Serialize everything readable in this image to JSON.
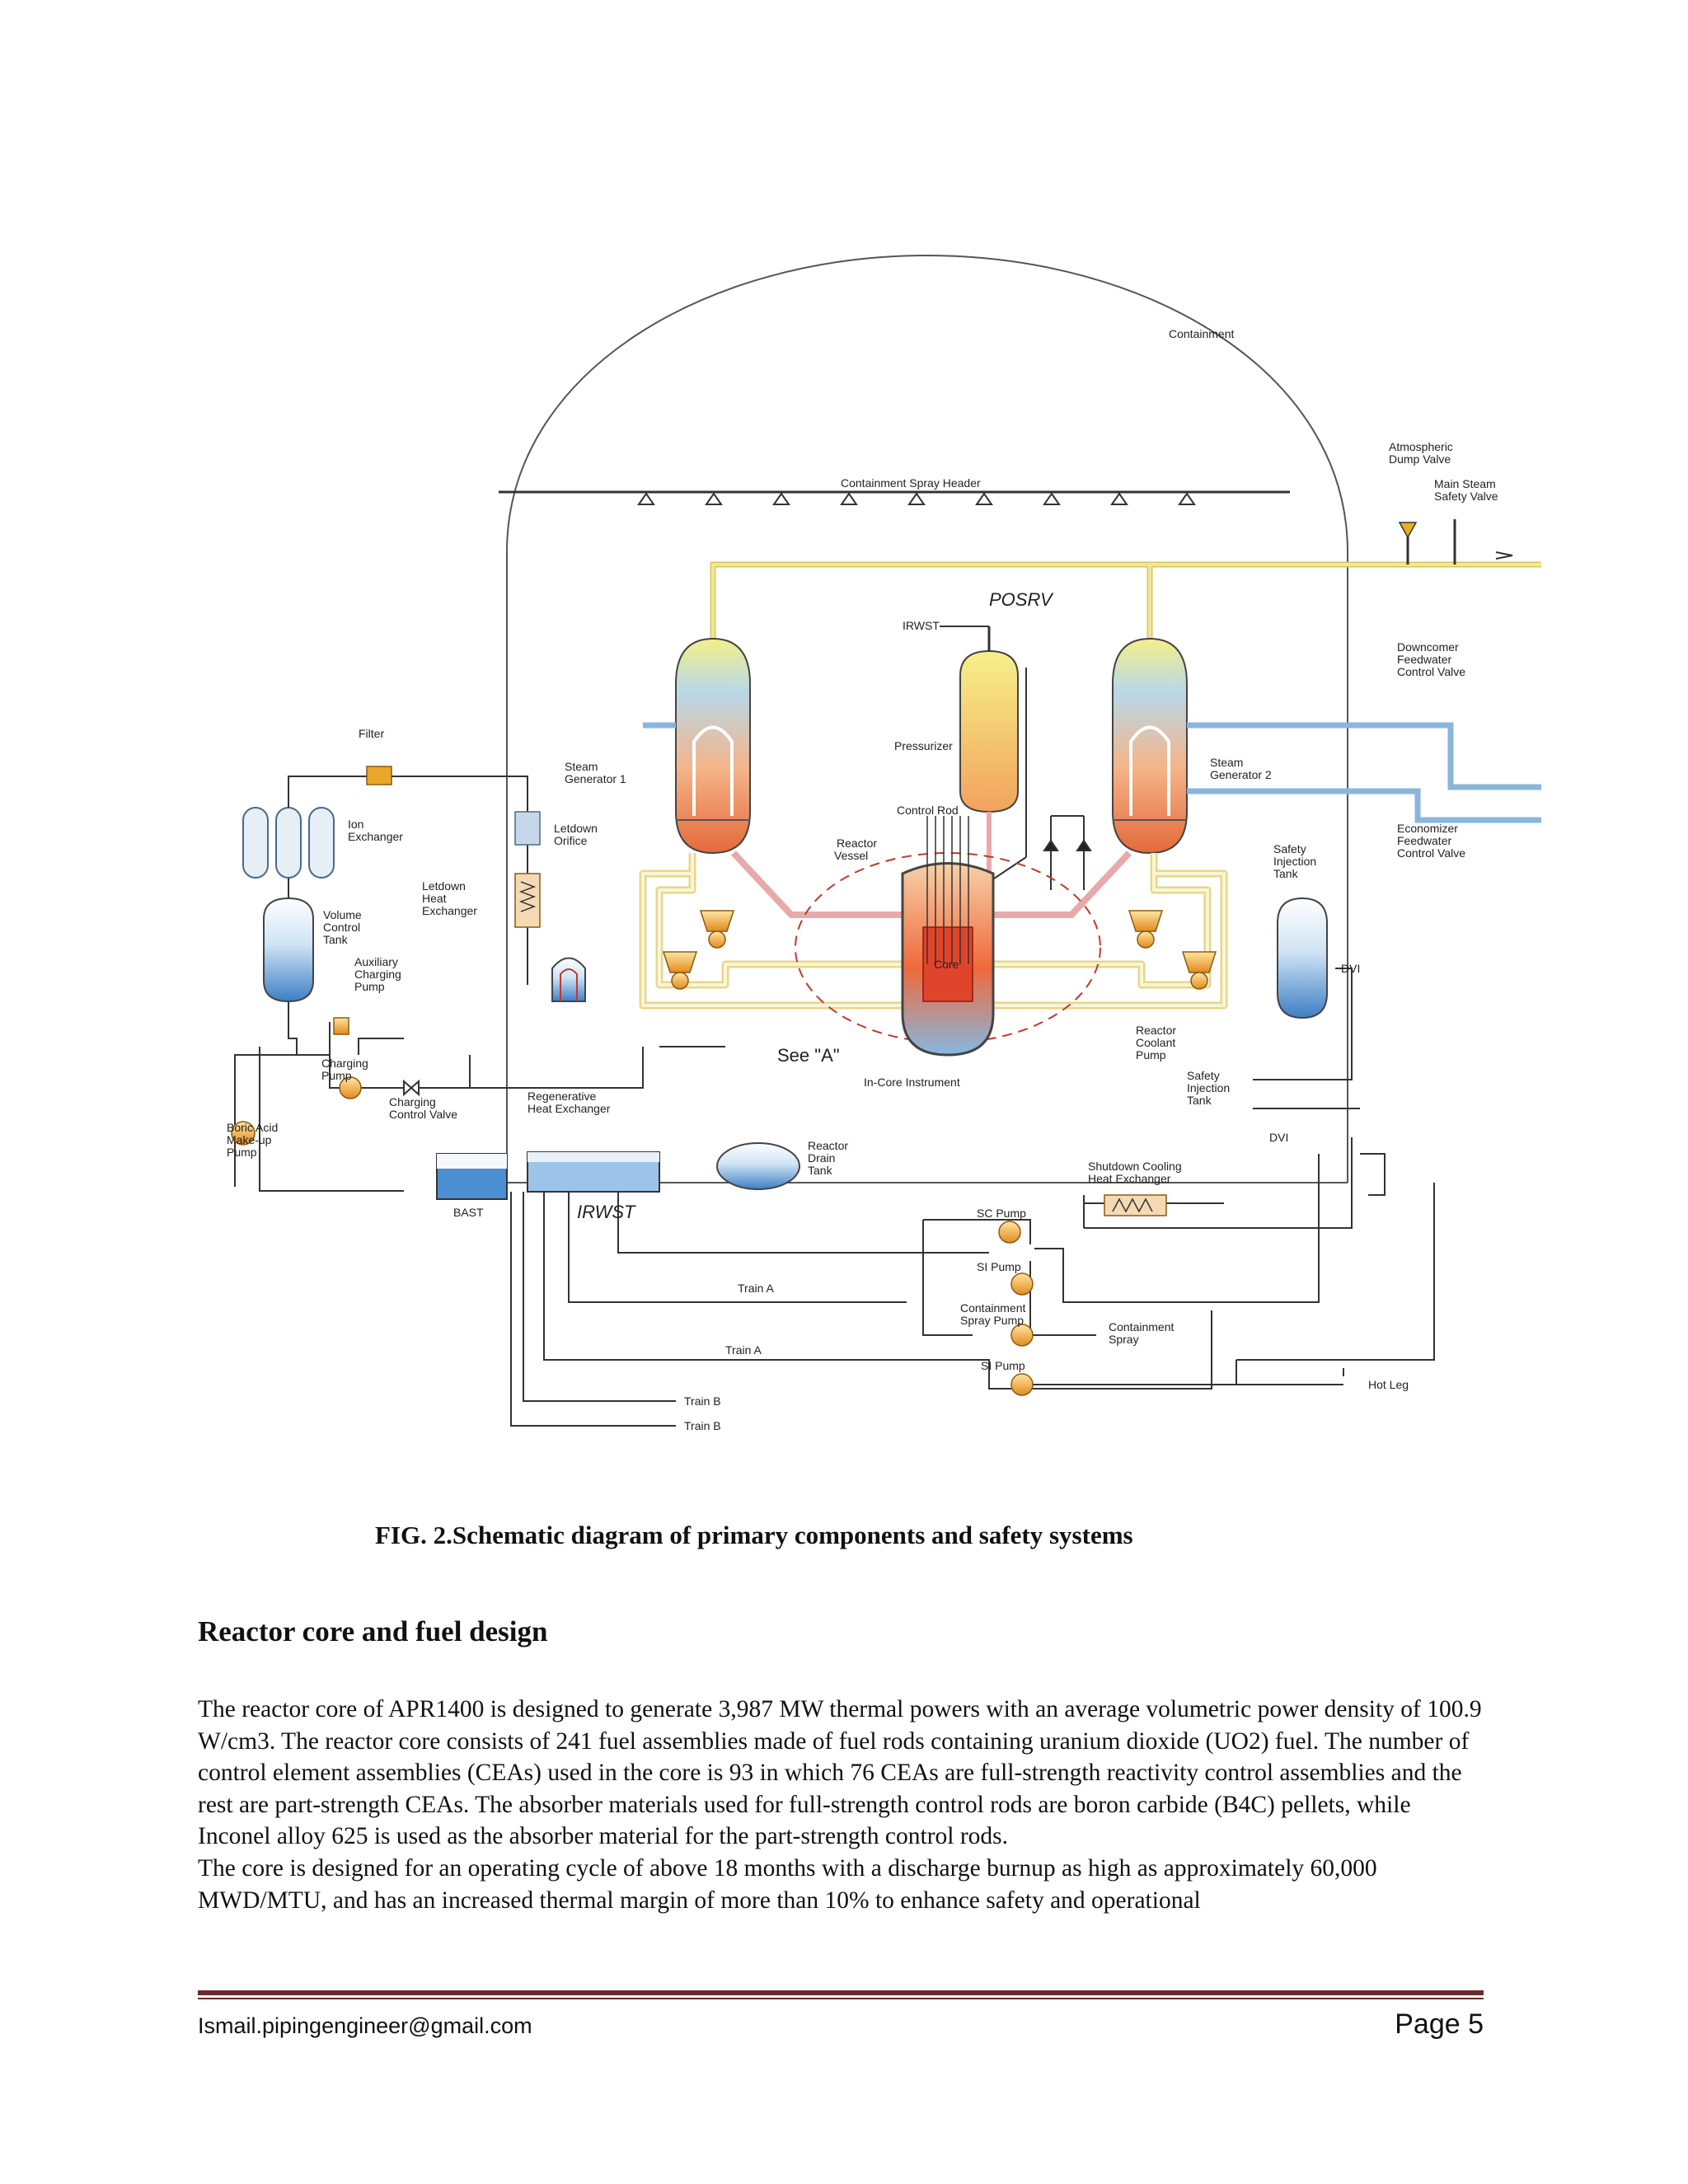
{
  "figure": {
    "labels": {
      "containment": "Containment",
      "spray_header": "Containment Spray Header",
      "atm_dump_valve": [
        "Atmospheric",
        "Dump Valve"
      ],
      "main_steam_safety": [
        "Main Steam",
        "Safety Valve"
      ],
      "posrv": "POSRV",
      "irwst_posrv": "IRWST",
      "downcomer_fw": [
        "Downcomer",
        "Feedwater",
        "Control Valve"
      ],
      "filter": "Filter",
      "ion_exchanger": [
        "Ion",
        "Exchanger"
      ],
      "sg1": [
        "Steam",
        "Generator 1"
      ],
      "sg2": [
        "Steam",
        "Generator 2"
      ],
      "pressurizer": "Pressurizer",
      "control_rod": "Control Rod",
      "reactor_vessel": [
        "Reactor",
        "Vessel"
      ],
      "letdown_orifice": [
        "Letdown",
        "Orifice"
      ],
      "letdown_hx": [
        "Letdown",
        "Heat",
        "Exchanger"
      ],
      "economizer_fw": [
        "Economizer",
        "Feedwater",
        "Control Valve"
      ],
      "safety_injection_tank_top": [
        "Safety",
        "Injection",
        "Tank"
      ],
      "vct": [
        "Volume",
        "Control",
        "Tank"
      ],
      "aux_charging": [
        "Auxiliary",
        "Charging",
        "Pump"
      ],
      "core": "Core",
      "dvi1": "DVI",
      "charging_pump": [
        "Charging",
        "Pump"
      ],
      "charging_cv": [
        "Charging",
        "Control Valve"
      ],
      "regen_hx": [
        "Regenerative",
        "Heat Exchanger"
      ],
      "see_a": "See \"A\"",
      "in_core": "In-Core Instrument",
      "rcp": [
        "Reactor",
        "Coolant",
        "Pump"
      ],
      "safety_injection_tank_mid": [
        "Safety",
        "Injection",
        "Tank"
      ],
      "boric_acid": [
        "Boric Acid",
        "Make-up",
        "Pump"
      ],
      "reactor_drain": [
        "Reactor",
        "Drain",
        "Tank"
      ],
      "dvi2": "DVI",
      "shutdown_hx": [
        "Shutdown Cooling",
        "Heat Exchanger"
      ],
      "bast": "BAST",
      "irwst": "IRWST",
      "sc_pump": "SC Pump",
      "train_a1": "Train A",
      "si_pump1": "SI Pump",
      "cs_pump": [
        "Containment",
        "Spray Pump"
      ],
      "containment_spray": [
        "Containment",
        "Spray"
      ],
      "train_a2": "Train A",
      "si_pump2": "SI Pump",
      "train_b1": "Train B",
      "train_b2": "Train B",
      "hot_leg": "Hot Leg"
    }
  },
  "caption": "FIG. 2.Schematic diagram of primary components and safety systems",
  "section_heading": "Reactor core and fuel design",
  "paragraphs": [
    "The reactor core of APR1400 is designed to generate 3,987 MW thermal powers with an average volumetric power density of 100.9 W/cm3. The reactor core consists of 241 fuel assemblies made of fuel rods containing uranium dioxide (UO2) fuel. The number of control element assemblies (CEAs) used in the core is 93 in which 76 CEAs are full-strength reactivity control assemblies and the rest are part-strength CEAs. The absorber materials used for full-strength control rods are boron carbide (B4C) pellets, while Inconel alloy 625 is used as the absorber material for the part-strength control rods.",
    "The core is designed for an operating cycle of above 18 months with a discharge burnup as high as approximately 60,000 MWD/MTU, and has an increased thermal margin of more than 10% to enhance safety and operational"
  ],
  "footer": {
    "email": "Ismail.pipingengineer@gmail.com",
    "page": "Page 5"
  },
  "colors": {
    "pipe_yellow": "#f1e69a",
    "pipe_pink": "#e7a9a9",
    "pipe_blue": "#8ab6de",
    "footer_rule": "#6b2a2a"
  }
}
